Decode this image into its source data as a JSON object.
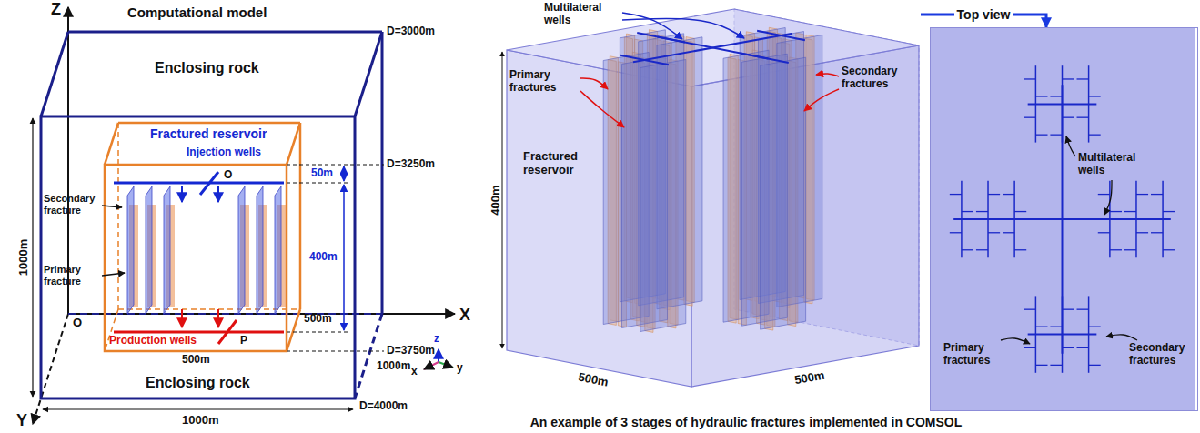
{
  "diagram": {
    "caption": "An example of 3 stages of hydraulic fractures implemented in COMSOL",
    "nodes": [
      {
        "text": [
          "Fractured reservoir"
        ]
      },
      {
        "text": [
          "Multilateral wells",
          "Primary fractures",
          "Secondary fractures"
        ]
      }
    ],
    "edges": [
      {
        "from": 0,
        "to": 1,
        "arrow": "to",
        "label": "Top view"
      }
    ],
    "labels": [
      "Z",
      "Computational model",
      "D=3000m",
      "Enclosing rock",
      "D=3250m",
      "Fractured reservoir",
      "50m",
      "Injection wells",
      "O",
      "Secondary fracture",
      "400m",
      "Primary fracture",
      "P",
      "Production wells",
      "D=3750m",
      "1000m",
      "500m",
      "500m",
      "Enclosing rock",
      "O",
      "X",
      "1000m",
      "D=4000m",
      "1000m",
      "Y",
      "z",
      "x",
      "y",
      "Primary fractures",
      "Multilateral wells",
      "Secondary fractures",
      "400m",
      "500m",
      "500m"
    ]
  }
}
